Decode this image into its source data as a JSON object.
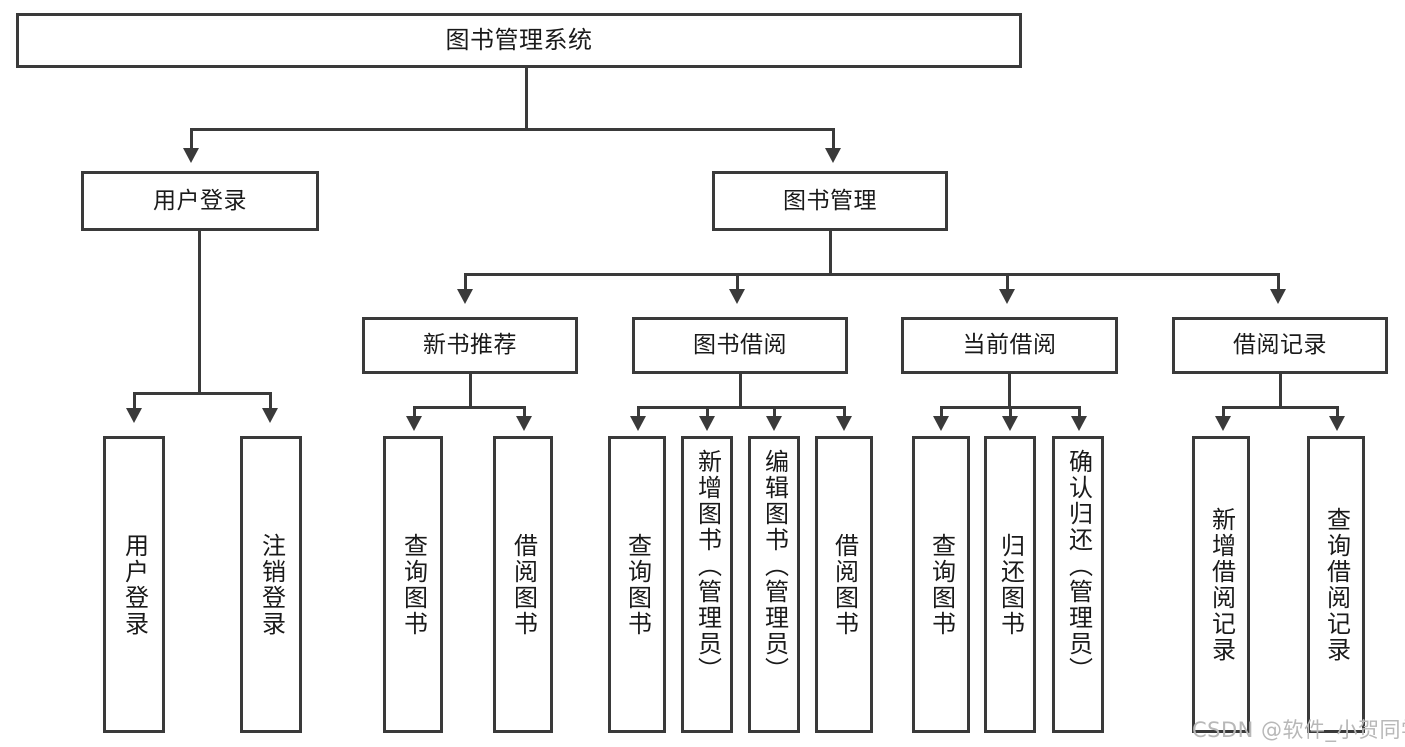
{
  "diagram": {
    "type": "tree-hierarchy",
    "title": "图书管理系统",
    "watermark": "CSDN @软件_小贺同学",
    "colors": {
      "stroke": "#3a3a3a",
      "fill": "#ffffff",
      "text": "#1a1a1a",
      "watermark": "#b8b8b8"
    },
    "root": {
      "label": "图书管理系统"
    },
    "level2": [
      {
        "label": "用户登录"
      },
      {
        "label": "图书管理"
      }
    ],
    "level3": [
      {
        "label": "新书推荐"
      },
      {
        "label": "图书借阅"
      },
      {
        "label": "当前借阅"
      },
      {
        "label": "借阅记录"
      }
    ],
    "leaves": {
      "user_login": [
        {
          "label": "用户登录"
        },
        {
          "label": "注销登录"
        }
      ],
      "new_book_recommend": [
        {
          "label": "查询图书"
        },
        {
          "label": "借阅图书"
        }
      ],
      "book_borrow": [
        {
          "label": "查询图书"
        },
        {
          "label": "新增图书（管理员）"
        },
        {
          "label": "编辑图书（管理员）"
        },
        {
          "label": "借阅图书"
        }
      ],
      "current_borrow": [
        {
          "label": "查询图书"
        },
        {
          "label": "归还图书"
        },
        {
          "label": "确认归还（管理员）"
        }
      ],
      "borrow_records": [
        {
          "label": "新增借阅记录"
        },
        {
          "label": "查询借阅记录"
        }
      ]
    }
  }
}
